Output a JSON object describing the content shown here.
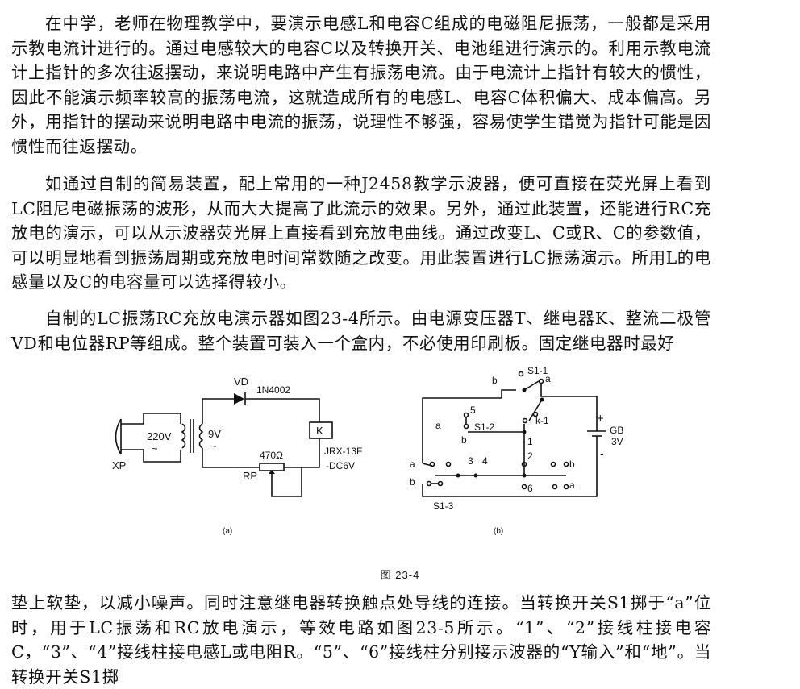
{
  "paragraphs": {
    "p1": "在中学，老师在物理教学中，要演示电感L和电容C组成的电磁阻尼振荡，一般都是采用示教电流计进行的。通过电感较大的电容C以及转换开关、电池组进行演示的。利用示教电流计上指针的多次往返摆动，来说明电路中产生有振荡电流。由于电流计上指针有较大的惯性，因此不能演示频率较高的振荡电流，这就造成所有的电感L、电容C体积偏大、成本偏高。另外，用指针的摆动来说明电路中电流的振荡，说理性不够强，容易使学生错觉为指针可能是因惯性而往返摆动。",
    "p2": "如通过自制的简易装置，配上常用的一种J2458教学示波器，便可直接在荧光屏上看到LC阻尼电磁振荡的波形，从而大大提高了此流示的效果。另外，通过此装置，还能进行RC充放电的演示，可以从示波器荧光屏上直接看到充放电曲线。通过改变L、C或R、C的参数值，可以明显地看到振荡周期或充放电时间常数随之改变。用此装置进行LC振荡演示。所用L的电感量以及C的电容量可以选择得较小。",
    "p3": "自制的LC振荡RC充放电演示器如图23-4所示。由电源变压器T、继电器K、整流二极管VD和电位器RP等组成。整个装置可装入一个盒内，不必使用印刷板。固定继电器时最好",
    "p4": "垫上软垫，以减小噪声。同时注意继电器转换触点处导线的连接。当转换开关S1掷于“a”位时，用于LC振荡和RC放电演示，等效电路如图23-5所示。“1”、“2”接线柱接电容C，“3”、“4”接线柱接电感L或电阻R。“5”、“6”接线柱分别接示波器的“Y输入”和“地”。当转换开关S1掷"
  },
  "figure": {
    "caption": "图 23-4",
    "a": {
      "sublabel": "(a)",
      "xp": "XP",
      "v220": "220V",
      "tilde": "~",
      "v9": "9V",
      "vd": "VD",
      "diode": "1N4002",
      "k": "K",
      "relay1": "JRX-13F",
      "relay2": "-DC6V",
      "rp_value": "470Ω",
      "rp": "RP"
    },
    "b": {
      "sublabel": "(b)",
      "s1_1": "S1-1",
      "s1_2": "S1-2",
      "s1_3": "S1-3",
      "k1": "k-1",
      "gb": "GB",
      "gb_v": "3V",
      "plus": "+",
      "minus": "-",
      "a": "a",
      "b": "b",
      "n1": "1",
      "n2": "2",
      "n3": "3",
      "n4": "4",
      "n5": "5",
      "n6": "6"
    }
  }
}
